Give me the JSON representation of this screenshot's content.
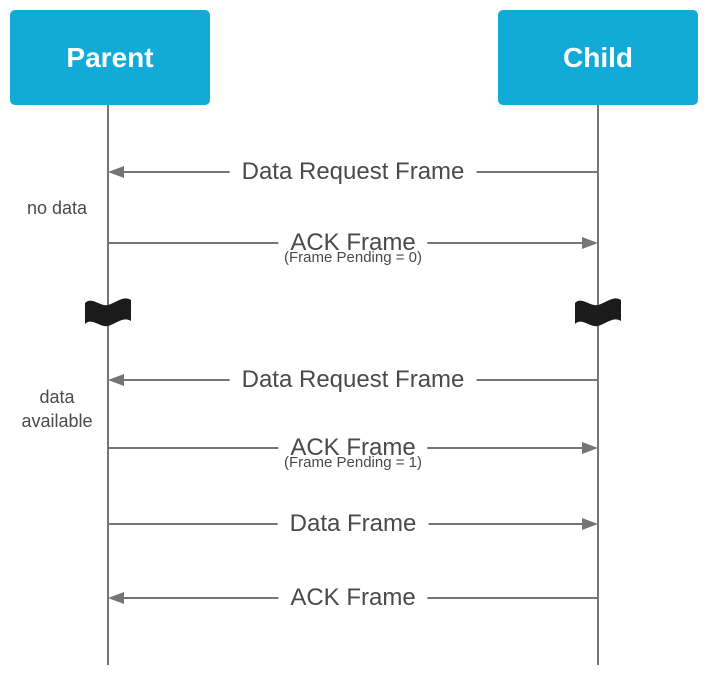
{
  "diagram": {
    "actors": {
      "parent": "Parent",
      "child": "Child"
    },
    "notes": {
      "no_data": "no data",
      "data_available": "data available"
    },
    "messages": [
      {
        "label": "Data Request Frame",
        "direction": "left",
        "sub": ""
      },
      {
        "label": "ACK Frame",
        "direction": "right",
        "sub": "(Frame Pending = 0)"
      },
      {
        "label": "Data Request Frame",
        "direction": "left",
        "sub": ""
      },
      {
        "label": "ACK Frame",
        "direction": "right",
        "sub": "(Frame Pending = 1)"
      },
      {
        "label": "Data Frame",
        "direction": "right",
        "sub": ""
      },
      {
        "label": "ACK Frame",
        "direction": "left",
        "sub": ""
      }
    ],
    "icons": {
      "time_break": "flag-icon",
      "arrow_left": "arrow-left-icon",
      "arrow_right": "arrow-right-icon"
    },
    "colors": {
      "actor_bg": "#12ABD8",
      "actor_text": "#FFFFFF",
      "line": "#757575",
      "text": "#4A4A4A",
      "flag": "#1B1B1B"
    }
  }
}
